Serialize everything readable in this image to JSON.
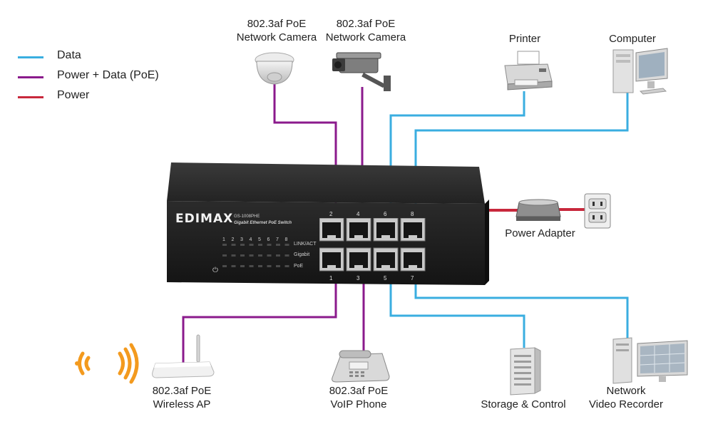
{
  "colors": {
    "data": "#3aaee0",
    "poe": "#8b1a8c",
    "power": "#c8283c",
    "wifi": "#f39a1e"
  },
  "legend": [
    {
      "label": "Data",
      "color_key": "data"
    },
    {
      "label": "Power + Data (PoE)",
      "color_key": "poe"
    },
    {
      "label": "Power",
      "color_key": "power"
    }
  ],
  "switch": {
    "brand": "EDIMAX",
    "model": "GS-1008PHE",
    "subtitle": "Gigabit Ethernet PoE Switch",
    "led_numbers": [
      "1",
      "2",
      "3",
      "4",
      "5",
      "6",
      "7",
      "8"
    ],
    "led_rows": [
      "LINK/ACT",
      "Gigabit",
      "PoE"
    ],
    "top_ports": [
      "2",
      "4",
      "6",
      "8"
    ],
    "bottom_ports": [
      "1",
      "3",
      "5",
      "7"
    ]
  },
  "devices": {
    "camera_dome": {
      "line1": "802.3af PoE",
      "line2": "Network Camera"
    },
    "camera_bullet": {
      "line1": "802.3af PoE",
      "line2": "Network Camera"
    },
    "printer": {
      "line1": "Printer"
    },
    "computer": {
      "line1": "Computer"
    },
    "power_adapter": {
      "line1": "Power Adapter"
    },
    "wireless_ap": {
      "line1": "802.3af PoE",
      "line2": "Wireless AP"
    },
    "voip_phone": {
      "line1": "802.3af PoE",
      "line2": "VoIP Phone"
    },
    "storage": {
      "line1": "Storage & Control"
    },
    "nvr": {
      "line1": "Network",
      "line2": "Video Recorder"
    }
  }
}
